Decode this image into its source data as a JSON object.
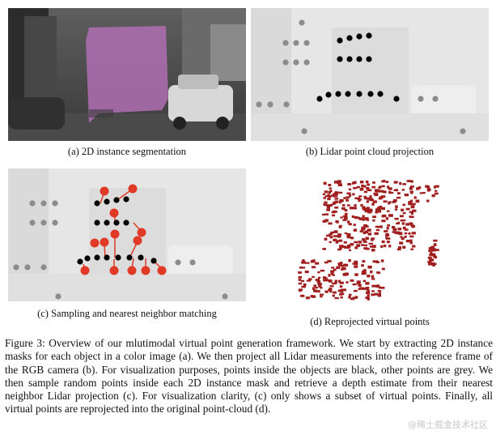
{
  "panels": {
    "a": {
      "caption": "(a) 2D instance segmentation"
    },
    "b": {
      "caption": "(b) Lidar point cloud projection"
    },
    "c": {
      "caption": "(c) Sampling and nearest neighbor matching"
    },
    "d": {
      "caption": "(d) Reprojected virtual points"
    }
  },
  "figure_caption": "Figure 3: Overview of our mlutimodal virtual point generation framework. We start by extracting 2D instance masks for each object in a color image (a). We then project all Lidar measurements into the reference frame of the RGB camera (b). For visualization purposes, points inside the objects are black, other points are grey. We then sample random points inside each 2D instance mask and retrieve a depth estimate from their nearest neighbor Lidar projection (c). For visualization clarity, (c) only shows a subset of virtual points. Finally, all virtual points are reprojected into the original point-cloud (d).",
  "watermark": "@稀土掘金技术社区",
  "colors": {
    "mask": "#b06fb3",
    "object_point": "#000000",
    "background_point": "#8c8c8c",
    "virtual_point": "#e03a26",
    "reprojected_point": "#a01e1e"
  }
}
